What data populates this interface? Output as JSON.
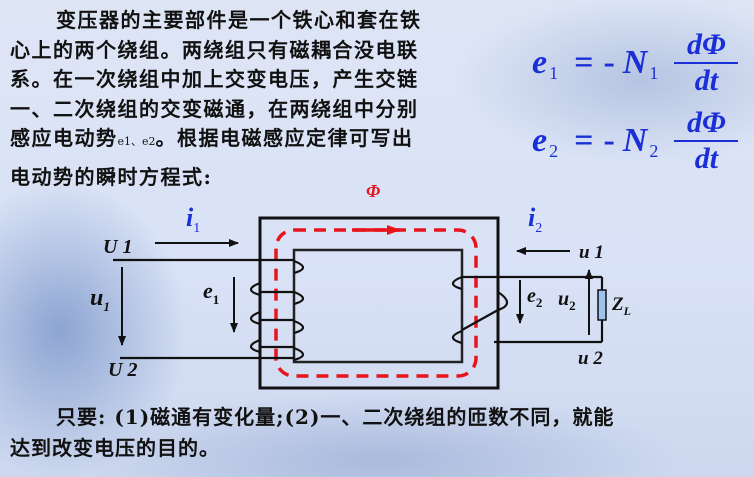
{
  "slide": {
    "intro_paragraph": {
      "lines": [
        "变压器的主要部件是一个铁心和套在铁",
        "心上的两个绕组。两绕组只有磁耦合没电联",
        "系。在一次绕组中加上交变电压，产生交链",
        "一、二次绕组的交变磁通，在两绕组中分别"
      ],
      "line5_before": "感应电动势",
      "line5_small": "e1、e2",
      "line5_after": "。根据电磁感应定律可写出",
      "line6": "电动势的瞬时方程式:"
    },
    "formulas": [
      {
        "lhs": "e",
        "lhs_sub": "1",
        "eq": "=",
        "minus": "-",
        "coef": "N",
        "coef_sub": "1",
        "num": "dΦ",
        "den": "dt"
      },
      {
        "lhs": "e",
        "lhs_sub": "2",
        "eq": "=",
        "minus": "-",
        "coef": "N",
        "coef_sub": "2",
        "num": "dΦ",
        "den": "dt"
      }
    ],
    "diagram": {
      "flux_label": "Φ",
      "i1_label": "i",
      "i1_sub": "1",
      "i2_label": "i",
      "i2_sub": "2",
      "U1_label": "U 1",
      "U2_label": "U 2",
      "u1_label": "u",
      "u1_sub": "1",
      "e1_label": "e",
      "e1_sub": "1",
      "e2_label": "e",
      "e2_sub": "2",
      "u2_label": "u",
      "u2_sub": "2",
      "out_top_label": "u 1",
      "out_bottom_label": "u 2",
      "load_label": "Z",
      "load_sub": "L",
      "colors": {
        "flux": "#e8141c",
        "current": "#1a2fd6",
        "load_fill": "#9cc3ee",
        "wire": "#111111"
      }
    },
    "conclusion": {
      "line1": "只要: (1)磁通有变化量;(2)一、二次绕组的匝数不同，就能",
      "line2": "达到改变电压的目的。"
    }
  }
}
